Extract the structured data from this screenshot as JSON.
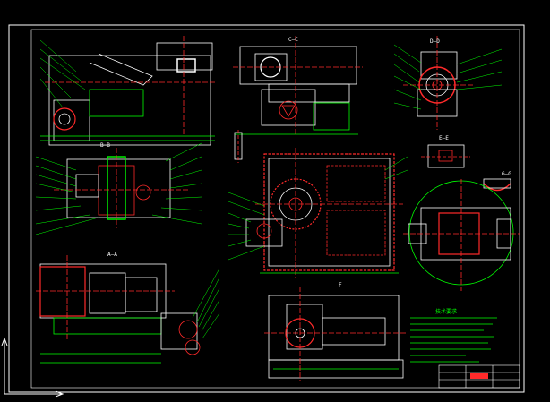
{
  "colors": {
    "background": "#000000",
    "outline": "#ffffff",
    "dimension": "#00ff00",
    "section": "#ff2a2a",
    "centerline": "#ff2a2a",
    "hatch": "#ff4444",
    "leader": "#00ff00",
    "note_text": "#00ff00",
    "title_block": "#ffffff"
  },
  "section_labels": {
    "top_center": "C—C",
    "top_right": "D—D",
    "left_mid": "B—B",
    "right_mid_e": "E—E",
    "right_mid_g": "G—G",
    "left_bottom": "A—A",
    "center_mid_mark": "F"
  },
  "views": [
    {
      "name": "side-view-top-left"
    },
    {
      "name": "section-c-c"
    },
    {
      "name": "section-d-d"
    },
    {
      "name": "section-b-b"
    },
    {
      "name": "section-e-e"
    },
    {
      "name": "section-g-g"
    },
    {
      "name": "plan-view-center"
    },
    {
      "name": "section-k-k"
    },
    {
      "name": "section-a-a"
    },
    {
      "name": "small-detail-view"
    },
    {
      "name": "front-view-bottom"
    }
  ],
  "title_block": {
    "notes_heading": "技术要求"
  }
}
